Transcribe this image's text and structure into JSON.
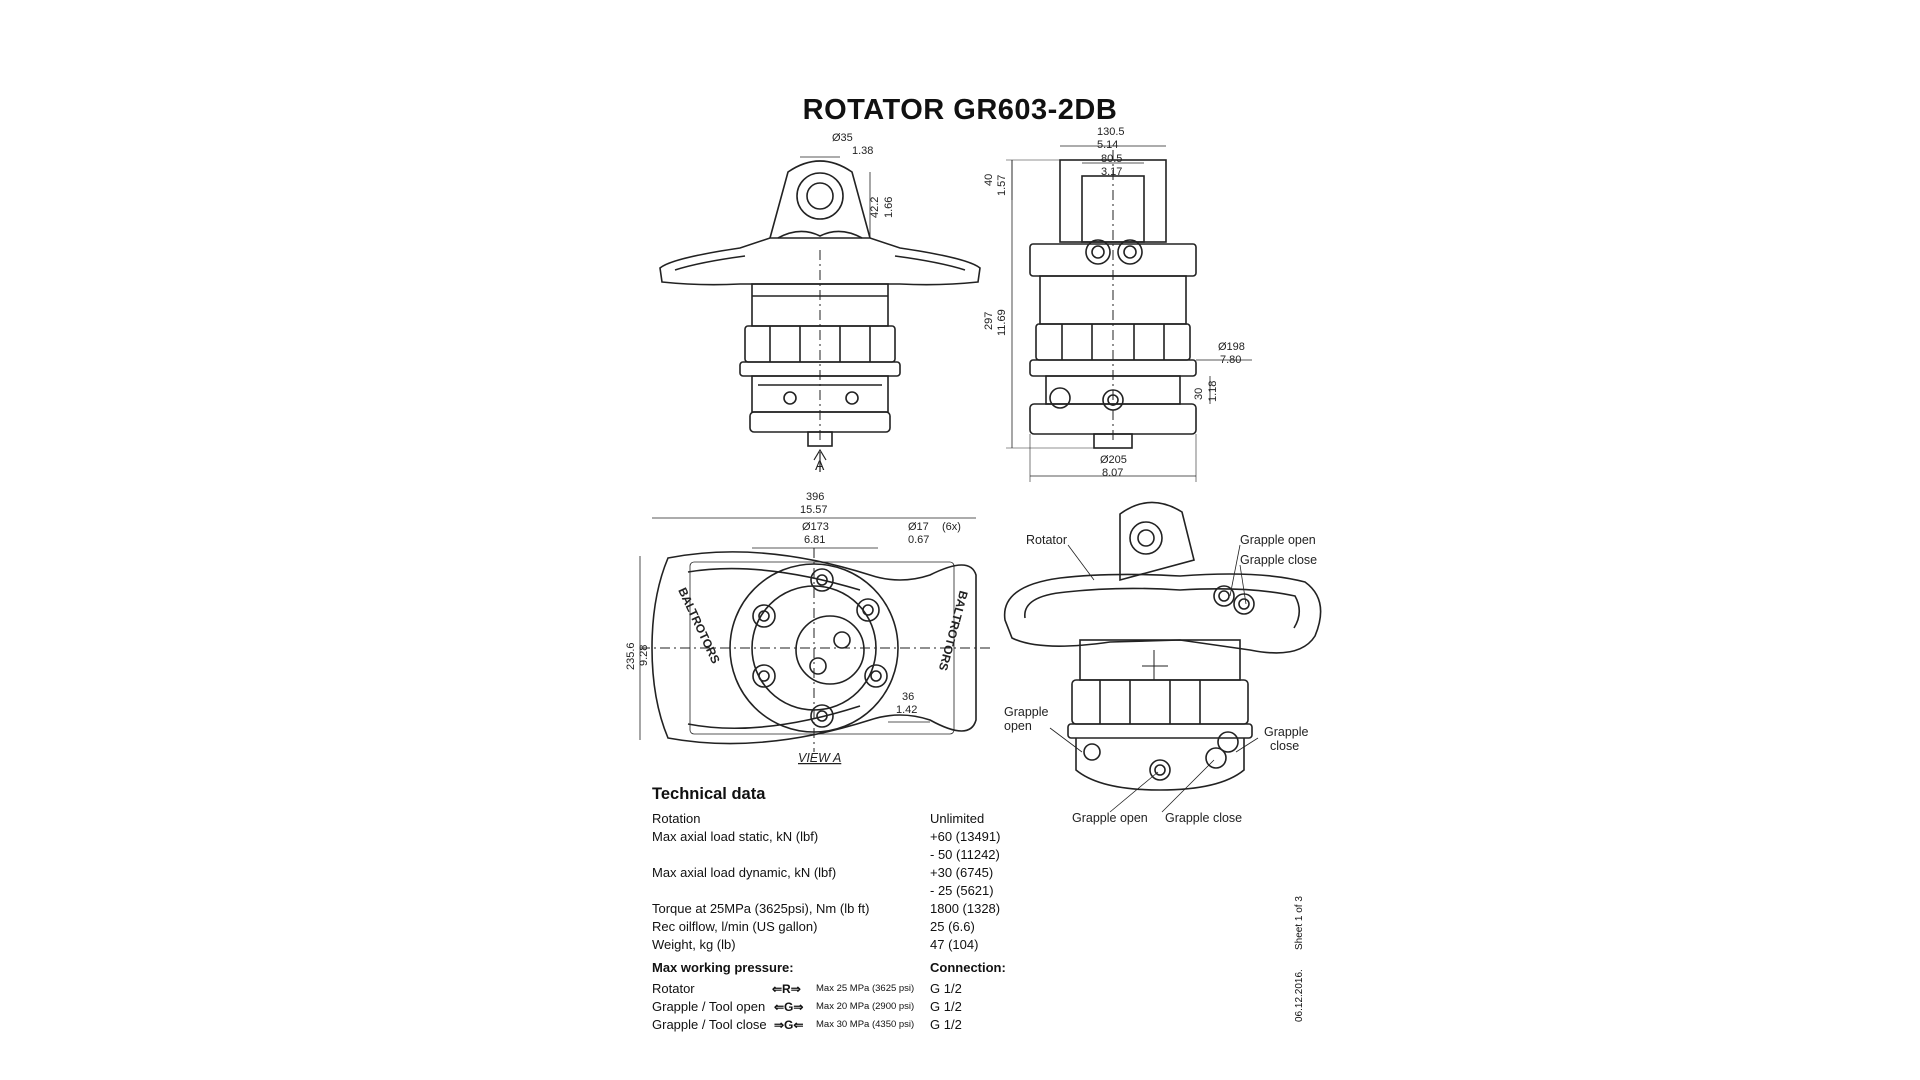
{
  "title": "ROTATOR  GR603-2DB",
  "dimensions": {
    "pin_dia": "Ø35",
    "pin_dia_in": "1.38",
    "pin_height": "42.2",
    "pin_height_in": "1.66",
    "width_outer": "130.5",
    "width_outer_in": "5.14",
    "width_inner": "80.5",
    "width_inner_in": "3.17",
    "top_h": "40",
    "top_h_in": "1.57",
    "total_h": "297",
    "total_h_in": "11.69",
    "flange_dia": "Ø198",
    "flange_dia_in": "7.80",
    "lower_h": "30",
    "lower_h_in": "1.18",
    "base_dia": "Ø205",
    "base_dia_in": "8.07",
    "view_marker": "A",
    "len_total": "396",
    "len_total_in": "15.57",
    "bolt_circle": "Ø173",
    "bolt_circle_in": "6.81",
    "hole_dia": "Ø17",
    "hole_count": "(6x)",
    "hole_dia_in": "0.67",
    "height_total": "235.6",
    "height_total_in": "9.28",
    "offset": "36",
    "offset_in": "1.42",
    "brand_text": "BALTROTORS",
    "view_label": "VIEW A"
  },
  "callouts": {
    "rotator": "Rotator",
    "grapple_open_top": "Grapple open",
    "grapple_close_top": "Grapple close",
    "grapple_open_left_1": "Grapple",
    "grapple_open_left_2": "open",
    "grapple_close_right_1": "Grapple",
    "grapple_close_right_2": "close",
    "grapple_open_bottom": "Grapple open",
    "grapple_close_bottom": "Grapple close"
  },
  "tech": {
    "heading": "Technical data",
    "rows": [
      {
        "label": "Rotation",
        "value": "Unlimited"
      },
      {
        "label": "Max axial load static, kN (lbf)",
        "value": "+60 (13491)"
      },
      {
        "label": "",
        "value": "- 50 (11242)"
      },
      {
        "label": "Max axial load dynamic, kN (lbf)",
        "value": "+30 (6745)"
      },
      {
        "label": "",
        "value": "- 25 (5621)"
      },
      {
        "label": "Torque at 25MPa (3625psi), Nm (lb ft)",
        "value": "1800 (1328)"
      },
      {
        "label": "Rec oilflow, l/min (US gallon)",
        "value": "25 (6.6)"
      },
      {
        "label": "Weight, kg (lb)",
        "value": "47 (104)"
      }
    ]
  },
  "pressure": {
    "heading": "Max working pressure:",
    "connection_heading": "Connection:",
    "rows": [
      {
        "label": "Rotator",
        "symbol": "⇐R⇒",
        "pressure": "Max 25 MPa (3625 psi)",
        "connection": "G 1/2"
      },
      {
        "label": "Grapple / Tool open",
        "symbol": "⇐G⇒",
        "pressure": "Max 20 MPa (2900 psi)",
        "connection": "G 1/2"
      },
      {
        "label": "Grapple / Tool close",
        "symbol": "⇒G⇐",
        "pressure": "Max 30 MPa (4350 psi)",
        "connection": "G 1/2"
      }
    ]
  },
  "margin": {
    "sheet": "Sheet 1 of 3",
    "date": "06.12.2016."
  }
}
